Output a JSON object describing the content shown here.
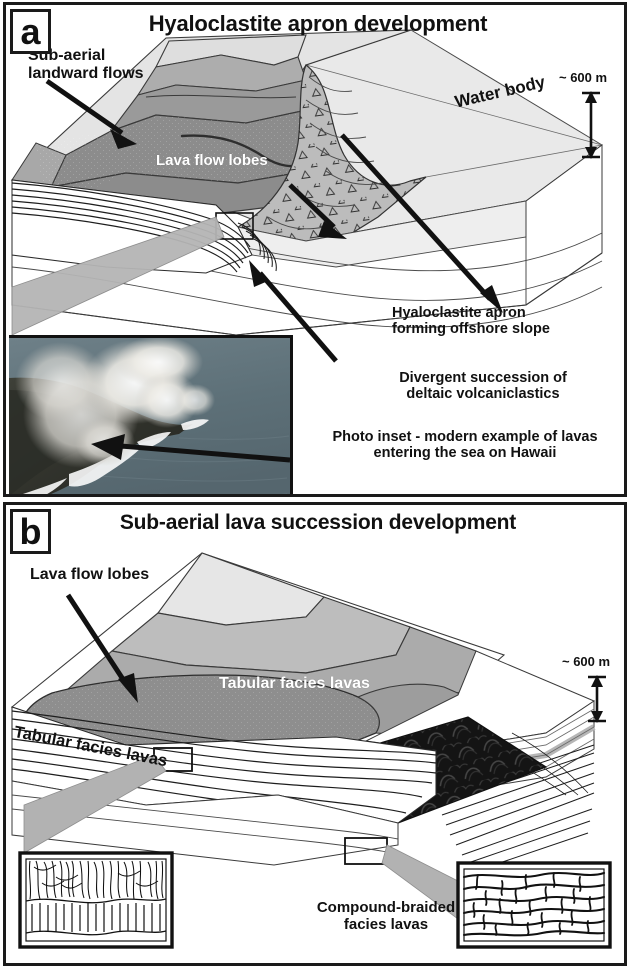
{
  "figure": {
    "type": "geological-block-diagram",
    "panel_count": 2
  },
  "panel_a": {
    "letter": "a",
    "title": "Hyaloclastite apron development",
    "labels": {
      "subaerial_flows": "Sub-aerial\nlandward flows",
      "lava_flow_lobes": "Lava flow lobes",
      "water_body": "Water body",
      "scale": "~ 600 m",
      "hyaloclastite_apron": "Hyaloclastite apron\nforming offshore slope",
      "divergent_succession": "Divergent succession of\ndeltaic volcaniclastics",
      "photo_inset_caption": "Photo inset - modern example of lavas\nentering the sea on Hawaii"
    },
    "photo_inset": {
      "name": "photo-inset-hawaii",
      "description": "Aerial black and white photograph of lava entering the sea with steam plumes"
    }
  },
  "panel_b": {
    "letter": "b",
    "title": "Sub-aerial lava succession development",
    "labels": {
      "lava_flow_lobes": "Lava flow lobes",
      "tabular_facies_top": "Tabular facies lavas",
      "tabular_facies_side": "Tabular facies lavas",
      "scale": "~ 600 m",
      "compound_braided": "Compound-braided\nfacies lavas"
    },
    "insets": {
      "left": {
        "name": "columnar-jointing-inset",
        "description": "Entablature over colonnade columnar jointing detail"
      },
      "right": {
        "name": "braided-lava-inset",
        "description": "Braided thin lava sheet lobes detail"
      }
    }
  },
  "colors": {
    "ink": "#1a1a1a",
    "white": "#ffffff",
    "gray_lightest": "#ededed",
    "gray_light": "#dcdcdc",
    "gray_mid": "#c2c2c2",
    "gray_darker": "#a8a8a8",
    "gray_dark": "#909090",
    "gray_darkest": "#808080",
    "lava_dark": "#1c1c1c",
    "water_fill": "#e8e8e8",
    "apron_fill": "#b9b9b9"
  }
}
